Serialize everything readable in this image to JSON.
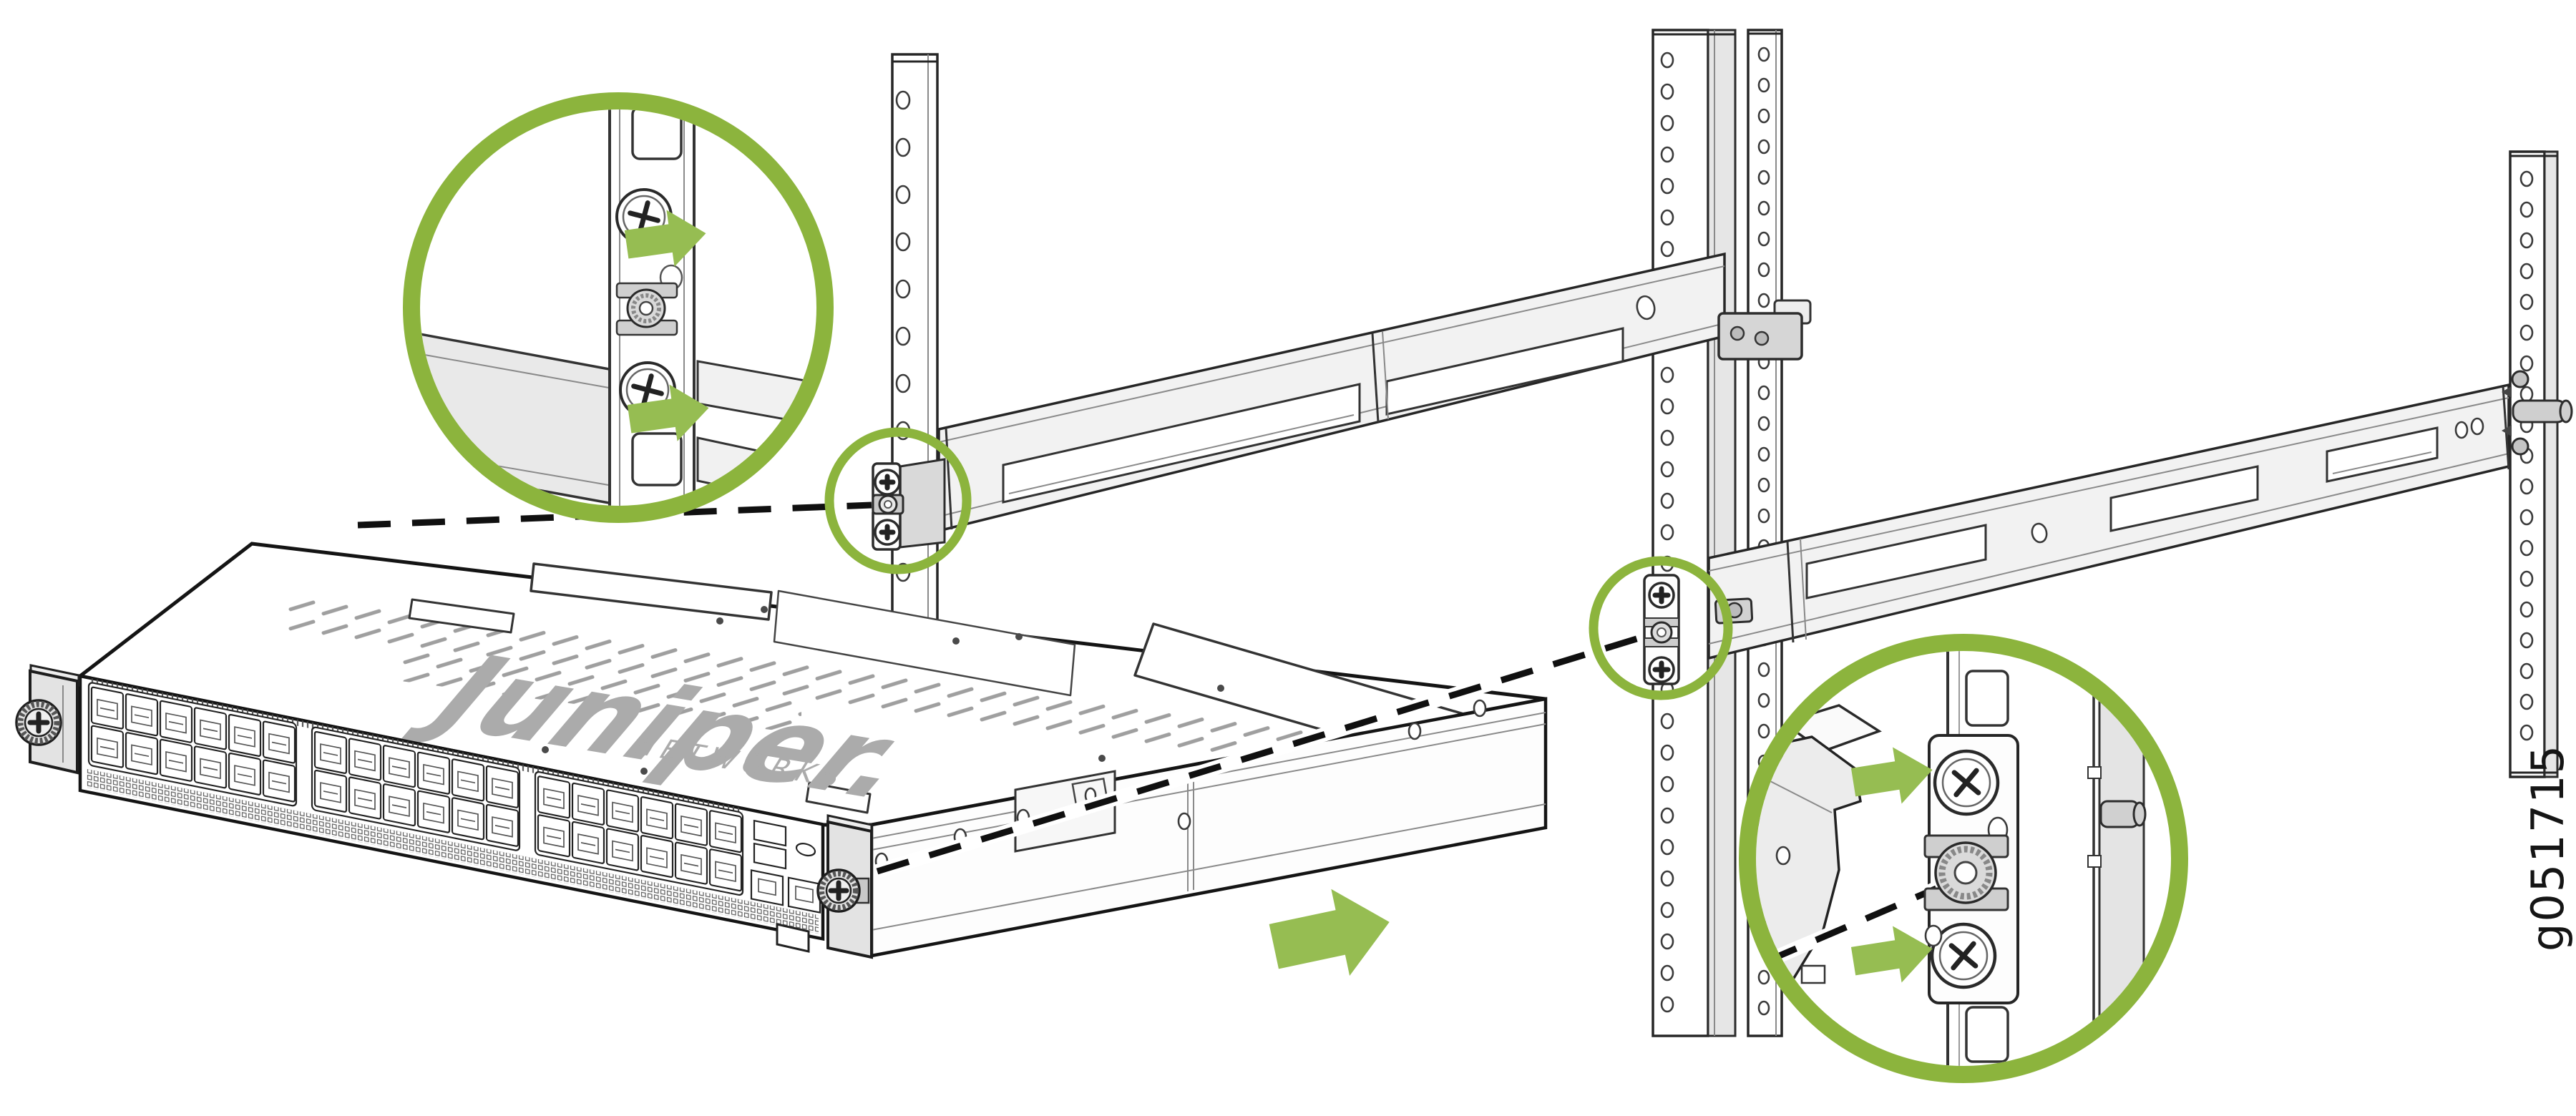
{
  "figure": {
    "label": "g051715"
  },
  "brand": {
    "logo_primary": "Juniper.",
    "logo_secondary": "NETWORKS"
  },
  "colors": {
    "callout_green": "#8CB43D",
    "arrow_green": "#96BD52",
    "ink": "#1f1f1f",
    "metal_light": "#f2f2f2",
    "metal_mid": "#d9d9d9",
    "logo_gray": "#ABABAB"
  },
  "callouts": {
    "top_left": "front-mounting-screws-detail",
    "bottom_right": "rear-bracket-screws-detail",
    "small_left": "rail-front-end",
    "small_middle": "rack-post-bracket"
  }
}
